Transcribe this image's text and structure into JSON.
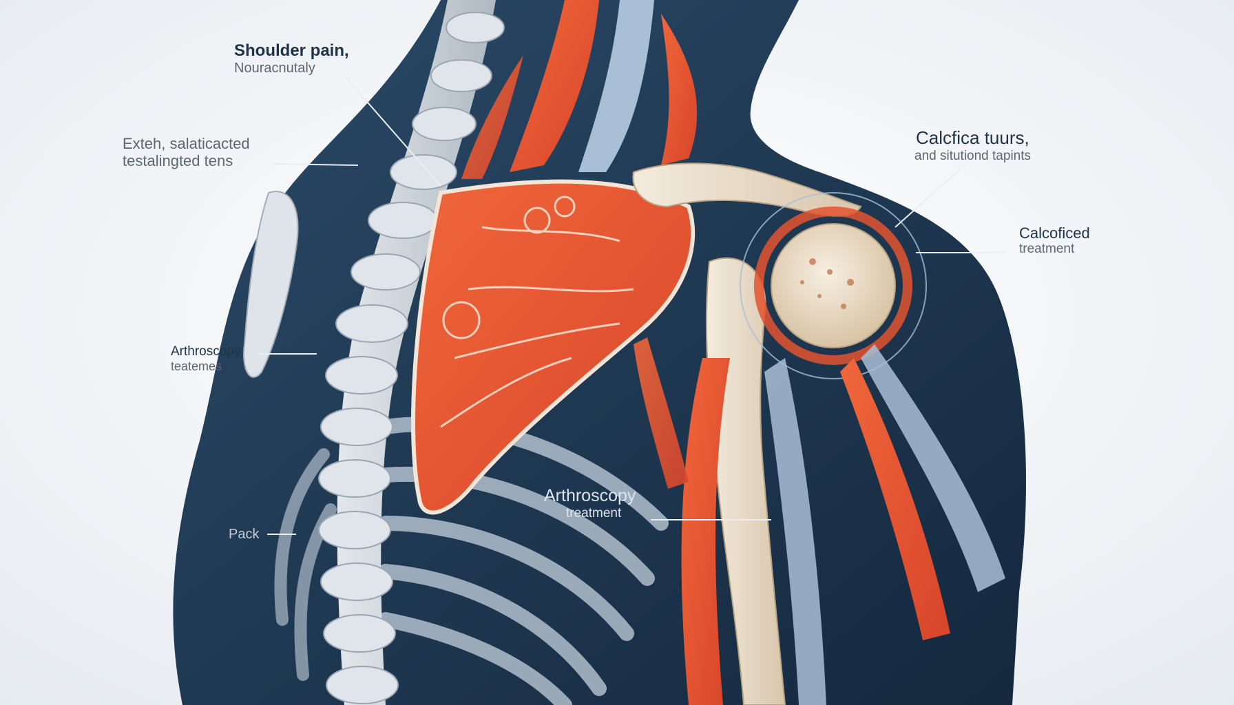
{
  "labels": {
    "shoulder_pain": {
      "line1": "Shoulder pain,",
      "line2": "Nouracnutaly"
    },
    "extended": {
      "line1": "Exteh, salaticacted",
      "line2": "testalingted tens"
    },
    "calcifica": {
      "line1": "Calcfica tuurs,",
      "line2": "and situtiond tapints"
    },
    "calcoficed": {
      "line1": "Calcoficed",
      "line2": "treatment"
    },
    "arthroscopy_left": {
      "line1": "Arthroscopy",
      "line2": "teatemes"
    },
    "arthroscopy_center": {
      "line1": "Arthroscopy",
      "line2": "treatment"
    },
    "pack": {
      "line1": "Pack"
    }
  },
  "colors": {
    "background": "#f4f6f8",
    "silhouette": "#1d3650",
    "muscle": "#e2532f",
    "bone": "#e8dccb",
    "tendon_blue": "#a9bfd6",
    "label_text": "#5d6670"
  }
}
